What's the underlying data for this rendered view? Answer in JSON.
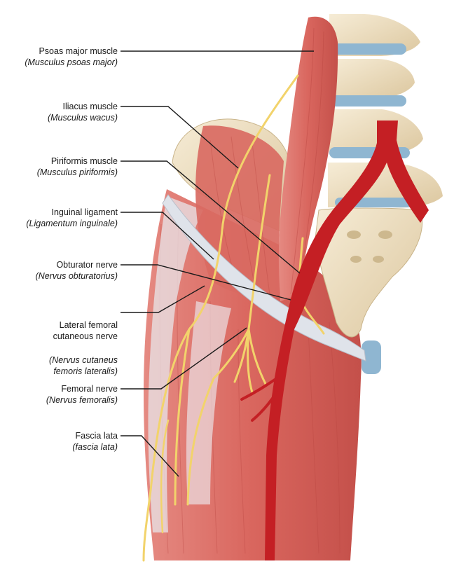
{
  "colors": {
    "muscle": "#d9665e",
    "muscle_dark": "#b8443f",
    "muscle_light": "#ec9a90",
    "bone": "#efe3c8",
    "bone_shadow": "#d8c49c",
    "disc": "#8fb6d1",
    "artery": "#c41f24",
    "nerve": "#f2d36b",
    "ligament": "#dfe3ea",
    "leader": "#1a1a1a"
  },
  "labels": [
    {
      "id": "psoas",
      "en": "Psoas major muscle",
      "la": "(Musculus psoas major)"
    },
    {
      "id": "iliacus",
      "en": "Iliacus muscle",
      "la": "(Musculus wacus)"
    },
    {
      "id": "piriformis",
      "en": "Piriformis muscle",
      "la": "(Musculus piriformis)"
    },
    {
      "id": "inguinal",
      "en": "Inguinal ligament",
      "la": "(Ligamentum inguinale)"
    },
    {
      "id": "obturator",
      "en": "Obturator nerve",
      "la": "(Nervus obturatorius)"
    },
    {
      "id": "lateral-femoral",
      "en": "Lateral femoral\ncutaneous nerve",
      "la": "(Nervus cutaneus\nfemoris lateralis)"
    },
    {
      "id": "femoral",
      "en": "Femoral nerve",
      "la": "(Nervus femoralis)"
    },
    {
      "id": "fascia",
      "en": "Fascia lata",
      "la": "(fascia lata)"
    }
  ]
}
